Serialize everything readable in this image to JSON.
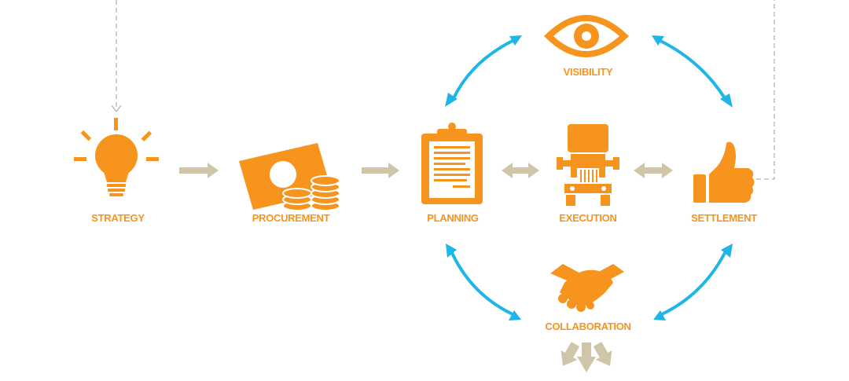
{
  "colors": {
    "orange": "#f7941d",
    "blue": "#1fb5e6",
    "tan": "#cfc5a8",
    "gray": "#b3b3b3"
  },
  "nodes": [
    {
      "id": "strategy",
      "label": "STRATEGY",
      "icon": "lightbulb-icon"
    },
    {
      "id": "procurement",
      "label": "PROCUREMENT",
      "icon": "money-coins-icon"
    },
    {
      "id": "planning",
      "label": "PLANNING",
      "icon": "clipboard-icon"
    },
    {
      "id": "execution",
      "label": "EXECUTION",
      "icon": "truck-icon"
    },
    {
      "id": "settlement",
      "label": "SETTLEMENT",
      "icon": "thumbs-up-icon"
    },
    {
      "id": "visibility",
      "label": "VISIBILITY",
      "icon": "eye-icon"
    },
    {
      "id": "collaboration",
      "label": "COLLABORATION",
      "icon": "handshake-icon"
    }
  ],
  "connections": [
    {
      "from": "strategy",
      "to": "procurement",
      "style": "one-way",
      "color": "tan"
    },
    {
      "from": "procurement",
      "to": "planning",
      "style": "one-way",
      "color": "tan"
    },
    {
      "from": "planning",
      "to": "execution",
      "style": "two-way",
      "color": "tan"
    },
    {
      "from": "execution",
      "to": "settlement",
      "style": "two-way",
      "color": "tan"
    },
    {
      "from": "planning",
      "to": "visibility",
      "style": "two-way-curved",
      "color": "blue"
    },
    {
      "from": "visibility",
      "to": "settlement",
      "style": "two-way-curved",
      "color": "blue"
    },
    {
      "from": "planning",
      "to": "collaboration",
      "style": "two-way-curved",
      "color": "blue"
    },
    {
      "from": "collaboration",
      "to": "settlement",
      "style": "two-way-curved",
      "color": "blue"
    },
    {
      "from": "settlement",
      "to": "strategy",
      "style": "dashed-feedback",
      "color": "gray"
    },
    {
      "from": "collaboration",
      "to": "outward",
      "style": "spread-arrows",
      "color": "tan"
    }
  ]
}
